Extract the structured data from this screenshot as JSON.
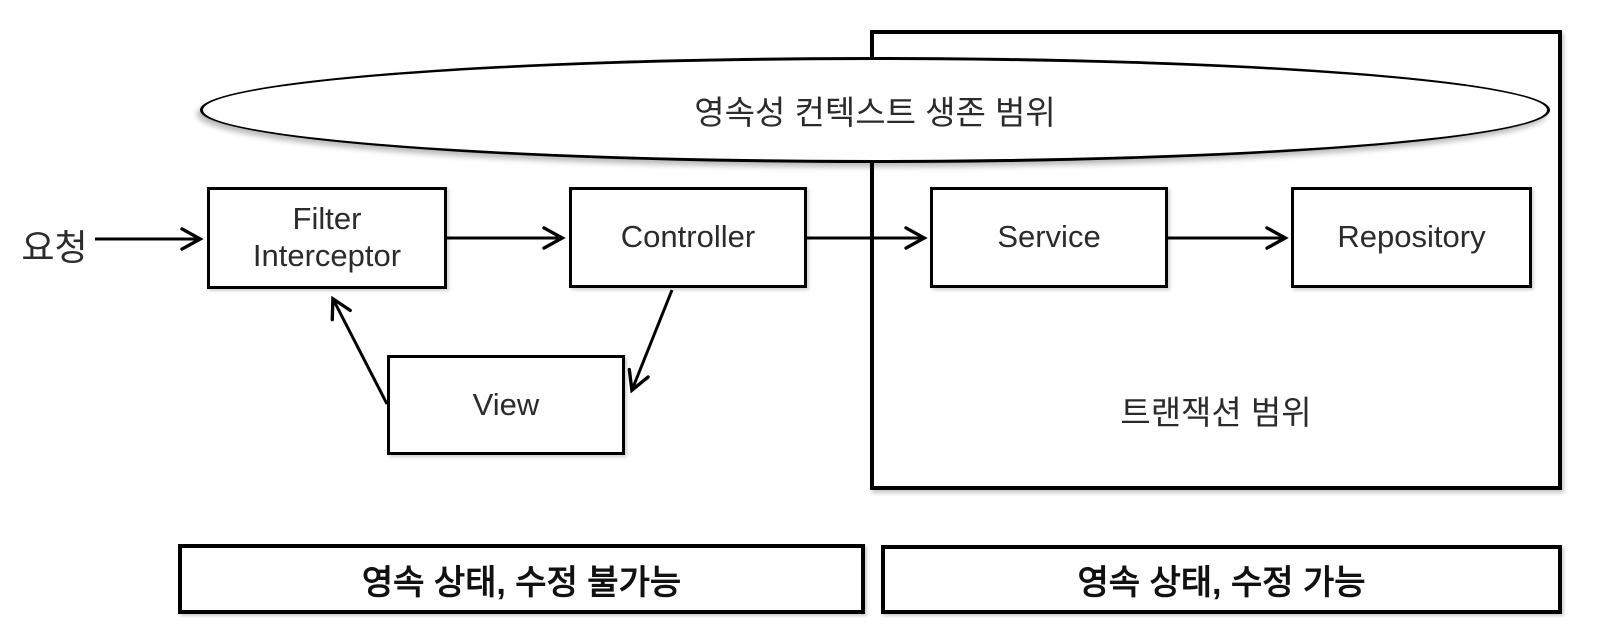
{
  "diagram": {
    "request_label": "요청",
    "persistence_scope_label": "영속성 컨텍스트 생존 범위",
    "transaction_scope_label": "트랜잭션 범위",
    "nodes": {
      "filter_line1": "Filter",
      "filter_line2": "Interceptor",
      "controller": "Controller",
      "service": "Service",
      "repository": "Repository",
      "view": "View"
    },
    "legends": {
      "left": "영속 상태, 수정 불가능",
      "right": "영속 상태, 수정 가능"
    },
    "colors": {
      "stroke": "#000000",
      "text": "#2b2b2b",
      "background": "#ffffff"
    }
  }
}
